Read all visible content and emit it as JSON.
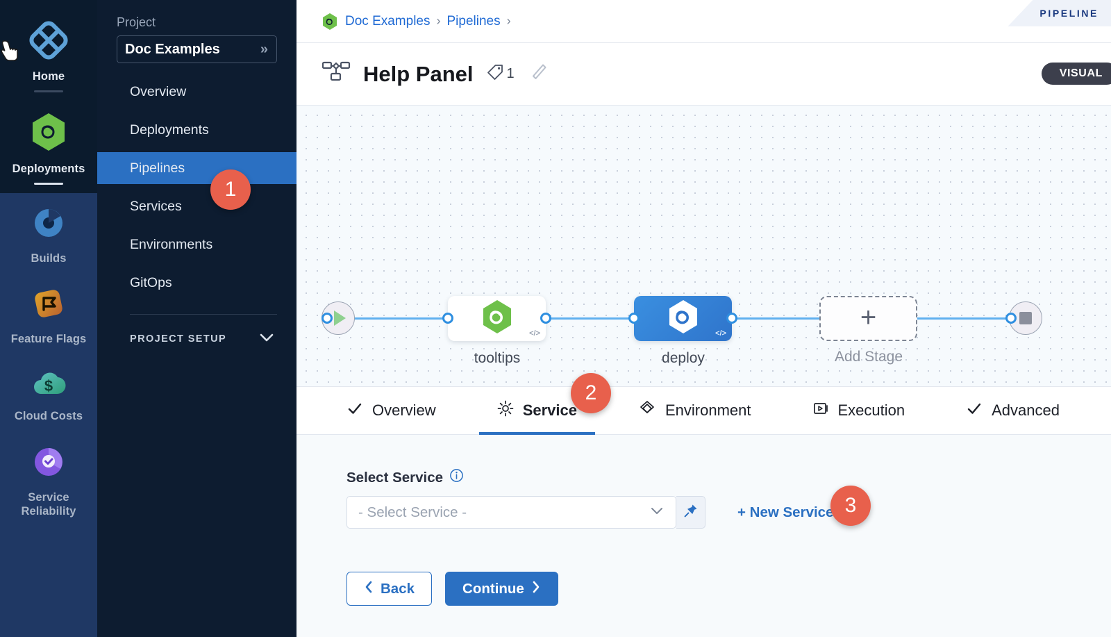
{
  "rail": {
    "items": [
      {
        "label": "Home",
        "icon": "home-diamond-icon",
        "active": true,
        "underline": "dim"
      },
      {
        "label": "Deployments",
        "icon": "deployments-hex-icon",
        "active": true,
        "underline": "bright"
      },
      {
        "label": "Builds",
        "icon": "builds-icon",
        "active": false,
        "underline": "none"
      },
      {
        "label": "Feature Flags",
        "icon": "feature-flags-icon",
        "active": false,
        "underline": "none"
      },
      {
        "label": "Cloud Costs",
        "icon": "cloud-costs-icon",
        "active": false,
        "underline": "none"
      },
      {
        "label": "Service Reliability",
        "icon": "service-reliability-icon",
        "active": false,
        "underline": "none"
      }
    ]
  },
  "sidebar": {
    "project_label": "Project",
    "project_name": "Doc Examples",
    "expand_icon": "chevron-double-right-icon",
    "nav": [
      {
        "label": "Overview",
        "active": false
      },
      {
        "label": "Deployments",
        "active": false
      },
      {
        "label": "Pipelines",
        "active": true
      },
      {
        "label": "Services",
        "active": false
      },
      {
        "label": "Environments",
        "active": false
      },
      {
        "label": "GitOps",
        "active": false
      }
    ],
    "setup_label": "PROJECT SETUP",
    "setup_icon": "chevron-down-icon"
  },
  "breadcrumb": {
    "project_icon": "harness-hex-icon",
    "item1": "Doc Examples",
    "sep1": "›",
    "item2": "Pipelines",
    "sep2": "›"
  },
  "header": {
    "ribbon_label": "PIPELINE",
    "pipeline_icon": "pipeline-graph-icon",
    "title": "Help Panel",
    "tag_icon": "tag-icon",
    "tag_count": "1",
    "edit_icon": "pencil-icon",
    "mode_badge": "VISUAL"
  },
  "canvas": {
    "start_node_icon": "play-icon",
    "end_node_icon": "stop-icon",
    "stages": [
      {
        "name": "tooltips",
        "icon": "harness-hex-icon",
        "style": "white",
        "code_tag": "</>"
      },
      {
        "name": "deploy",
        "icon": "harness-hex-white-icon",
        "style": "blue",
        "code_tag": "</>"
      }
    ],
    "add_stage_label": "Add Stage",
    "add_stage_icon": "plus-icon",
    "edge_color": "#5fb0ef"
  },
  "tabs": [
    {
      "label": "Overview",
      "icon": "check-icon",
      "active": false
    },
    {
      "label": "Service",
      "icon": "gear-icon",
      "active": true
    },
    {
      "label": "Environment",
      "icon": "layers-icon",
      "active": false
    },
    {
      "label": "Execution",
      "icon": "play-box-icon",
      "active": false
    },
    {
      "label": "Advanced",
      "icon": "check-icon",
      "active": false
    }
  ],
  "form": {
    "label": "Select Service",
    "info_icon": "info-icon",
    "select_value": "- Select Service -",
    "select_placeholder": "- Select Service -",
    "dropdown_icon": "chevron-down-icon",
    "pin_icon": "pin-icon",
    "new_service_label": "+ New Service",
    "back_label": "Back",
    "back_icon": "chevron-left-icon",
    "continue_label": "Continue",
    "continue_icon": "chevron-right-icon"
  },
  "callouts": [
    {
      "number": "1"
    },
    {
      "number": "2"
    },
    {
      "number": "3"
    }
  ],
  "colors": {
    "accent_blue": "#2b70c2",
    "callout_orange": "#e8604c",
    "rail_dark": "#0b1b2d",
    "rail_blue": "#1f3864",
    "sidebar": "#0d1c30",
    "canvas_bg": "#f6fafd",
    "edge": "#5fb0ef"
  }
}
